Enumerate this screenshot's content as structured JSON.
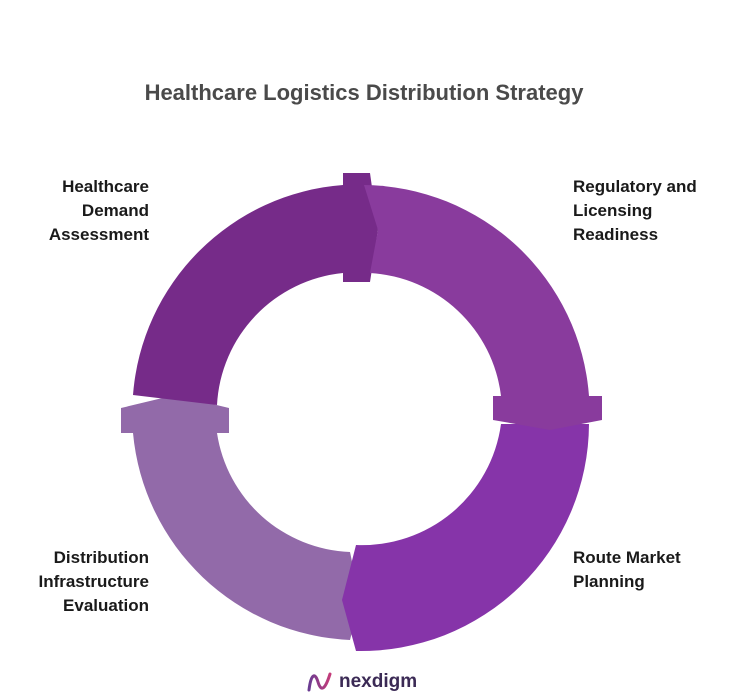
{
  "title": "Healthcare Logistics Distribution Strategy",
  "segments": [
    {
      "lines": [
        "Healthcare",
        "Demand",
        "Assessment"
      ],
      "color": "#762b89"
    },
    {
      "lines": [
        "Regulatory and",
        "Licensing",
        "Readiness"
      ],
      "color": "#893b9d"
    },
    {
      "lines": [
        "Route Market",
        "Planning"
      ],
      "color": "#8634a9"
    },
    {
      "lines": [
        "Distribution",
        "Infrastructure",
        "Evaluation"
      ],
      "color": "#926aa9"
    }
  ],
  "brand": {
    "name": "nexdigm",
    "icon": "nexdigm-logo-icon"
  }
}
